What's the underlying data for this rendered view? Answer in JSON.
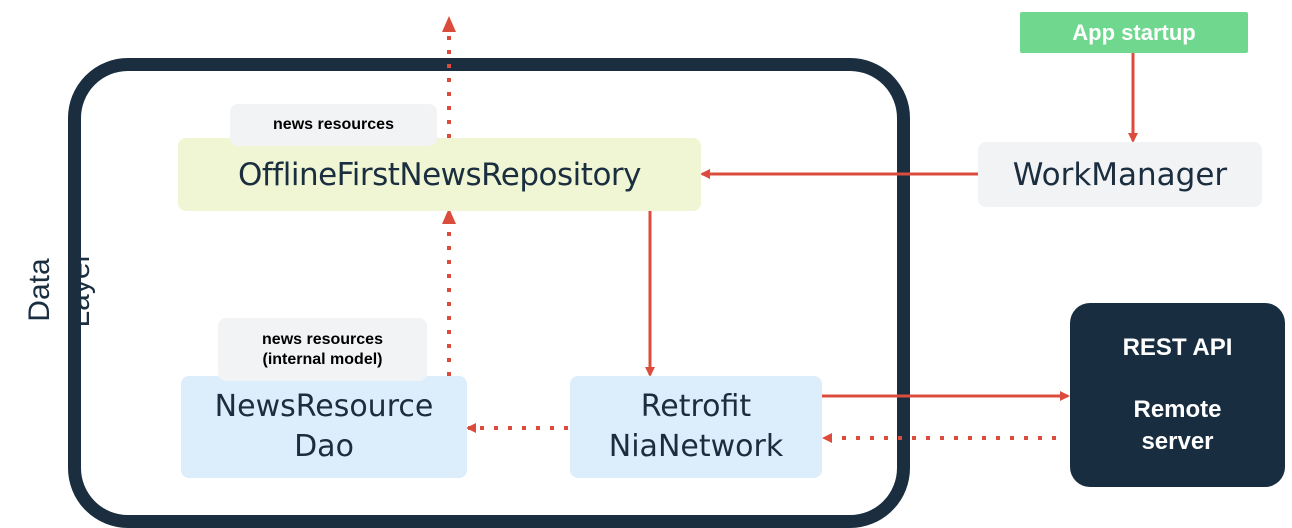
{
  "layer_label": "Data Layer",
  "nodes": {
    "repository": "OfflineFirstNewsRepository",
    "work_manager": "WorkManager",
    "app_startup": "App startup",
    "dao_line1": "NewsResource",
    "dao_line2": "Dao",
    "network_line1": "Retrofit",
    "network_line2": "NiaNetwork",
    "server_title": "REST API",
    "server_line1": "Remote",
    "server_line2": "server"
  },
  "labels": {
    "repo_output": "news resources",
    "dao_output_line1": "news resources",
    "dao_output_line2": "(internal model)"
  },
  "colors": {
    "arrow": "#dc4c3c",
    "frame": "#1a2e40",
    "repository_bg": "#f0f6d3",
    "local_bg": "#dcedfb",
    "startup_bg": "#6fd88e",
    "server_bg": "#182e40"
  }
}
